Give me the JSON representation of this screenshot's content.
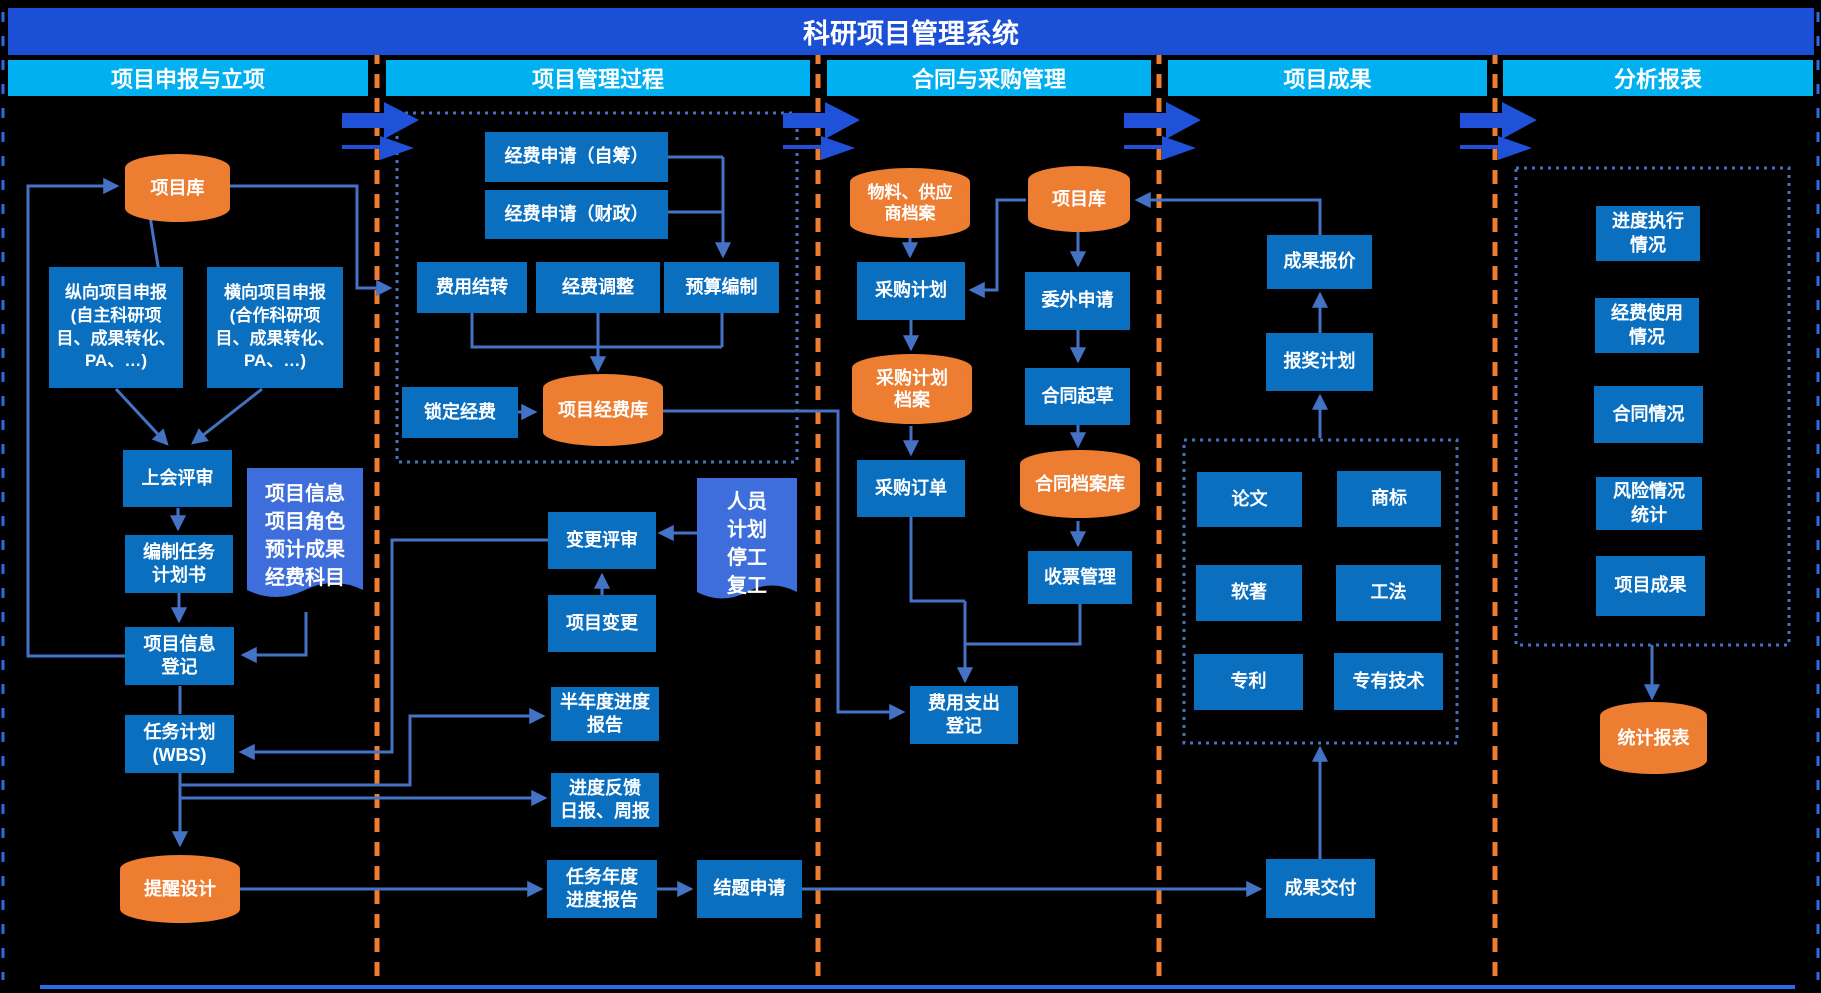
{
  "title": "科研项目管理系统",
  "columns": [
    {
      "label": "项目申报与立项"
    },
    {
      "label": "项目管理过程"
    },
    {
      "label": "合同与采购管理"
    },
    {
      "label": "项目成果"
    },
    {
      "label": "分析报表"
    }
  ],
  "colors": {
    "title_bar": "#1a4fd6",
    "column_header": "#00b0f0",
    "process_box": "#0b6fc0",
    "datastore": "#ed7d31",
    "document_shape": "#3e6edb",
    "connector": "#4472c4",
    "flow_arrow": "#1f52d9",
    "separator": "#ed7d31",
    "background": "#000000"
  },
  "nodes": {
    "lib1": {
      "label": "项目库"
    },
    "vert": {
      "label": "纵向项目申报\n(自主科研项\n目、成果转化、\nPA、…)"
    },
    "horiz": {
      "label": "横向项目申报\n(合作科研项\n目、成果转化、\nPA、…)"
    },
    "review": {
      "label": "上会评审"
    },
    "taskbook": {
      "label": "编制任务\n计划书"
    },
    "inforeg": {
      "label": "项目信息\n登记"
    },
    "wbs": {
      "label": "任务计划\n(WBS)"
    },
    "remind": {
      "label": "提醒设计"
    },
    "docinfo": {
      "label": "项目信息\n项目角色\n预计成果\n经费科目"
    },
    "fundself": {
      "label": "经费申请（自筹）"
    },
    "fundgov": {
      "label": "经费申请（财政）"
    },
    "carryover": {
      "label": "费用结转"
    },
    "adjust": {
      "label": "经费调整"
    },
    "budget": {
      "label": "预算编制"
    },
    "lock": {
      "label": "锁定经费"
    },
    "fundlib": {
      "label": "项目经费库"
    },
    "chgreview": {
      "label": "变更评审"
    },
    "chg": {
      "label": "项目变更"
    },
    "semireport": {
      "label": "半年度进度\n报告"
    },
    "feedback": {
      "label": "进度反馈\n日报、周报"
    },
    "annual": {
      "label": "任务年度\n进度报告"
    },
    "closing": {
      "label": "结题申请"
    },
    "docstaff": {
      "label": "人员\n计划\n停工\n复工"
    },
    "matlib": {
      "label": "物料、供应\n商档案"
    },
    "lib3": {
      "label": "项目库"
    },
    "purplan": {
      "label": "采购计划"
    },
    "outsrc": {
      "label": "委外申请"
    },
    "purarch": {
      "label": "采购计划\n档案"
    },
    "draft": {
      "label": "合同起草"
    },
    "order": {
      "label": "采购订单"
    },
    "contlib": {
      "label": "合同档案库"
    },
    "invoice": {
      "label": "收票管理"
    },
    "expense": {
      "label": "费用支出\n登记"
    },
    "quote": {
      "label": "成果报价"
    },
    "award": {
      "label": "报奖计划"
    },
    "paper": {
      "label": "论文"
    },
    "tm": {
      "label": "商标"
    },
    "soft": {
      "label": "软著"
    },
    "method": {
      "label": "工法"
    },
    "patent": {
      "label": "专利"
    },
    "knowhow": {
      "label": "专有技术"
    },
    "delivery": {
      "label": "成果交付"
    },
    "prog": {
      "label": "进度执行\n情况"
    },
    "usage": {
      "label": "经费使用\n情况"
    },
    "contract": {
      "label": "合同情况"
    },
    "risk": {
      "label": "风险情况\n统计"
    },
    "results": {
      "label": "项目成果"
    },
    "stat": {
      "label": "统计报表"
    }
  }
}
